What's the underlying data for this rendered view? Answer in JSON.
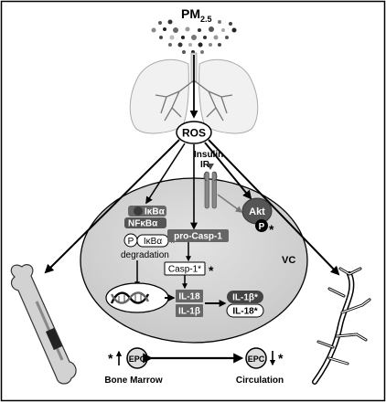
{
  "title": {
    "main": "PM",
    "sub": "2.5"
  },
  "ros": "ROS",
  "insulin": "Insulin",
  "ir": "IR",
  "ikba": "IκBα",
  "nfkba": "NFκBα",
  "p_label": "P",
  "ikba_deg": "IκBα",
  "degradation": "degradation",
  "pro_casp1": "pro-Casp-1",
  "casp1": "Casp-1*",
  "akt": "Akt",
  "vc": "VC",
  "il18_box": "IL-18",
  "il1b_box": "IL-1β",
  "il1b_star": "IL-1β*",
  "il18_star": "IL-18*",
  "epc": "EPC",
  "bone_marrow": "Bone Marrow",
  "circulation": "Circulation",
  "asterisk": "*"
}
